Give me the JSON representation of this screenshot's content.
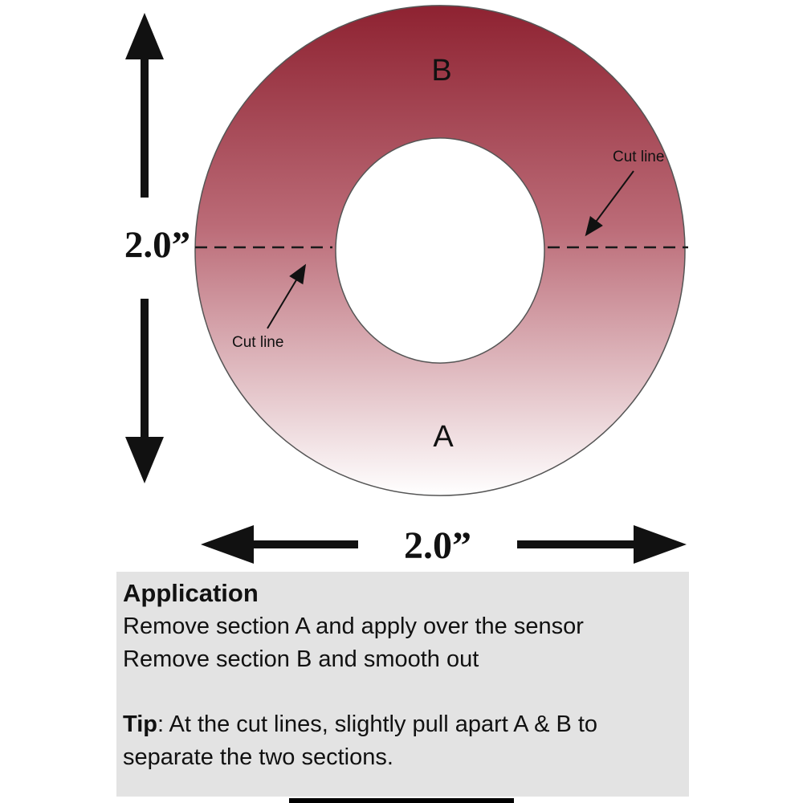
{
  "diagram": {
    "section_top_label": "B",
    "section_bottom_label": "A",
    "cut_line_top_label": "Cut line",
    "cut_line_bottom_label": "Cut line",
    "vertical_dimension": "2.0”",
    "horizontal_dimension": "2.0”",
    "colors": {
      "patch_top": "#8e2231",
      "patch_mid": "#bb6b77",
      "patch_bottom": "#ffffff",
      "arrow": "#111111"
    }
  },
  "instructions": {
    "title": "Application",
    "line1": "Remove section A and apply over the sensor",
    "line2": "Remove section B and smooth out",
    "tip_label": "Tip",
    "tip_text": ": At the cut lines, slightly pull apart A & B to separate the two sections."
  }
}
